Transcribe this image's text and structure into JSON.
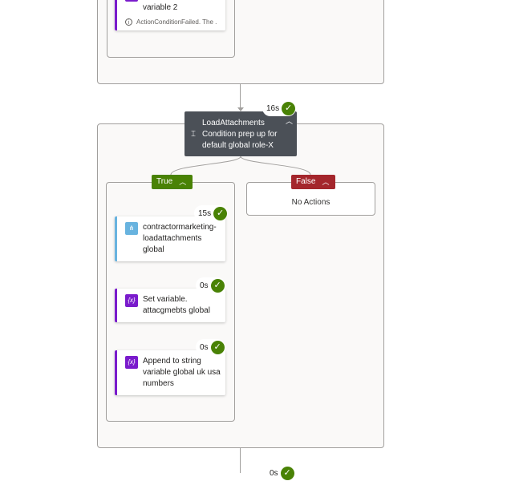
{
  "top_card": {
    "title_partial": "variable 2",
    "error_text": "ActionConditionFailed. The ."
  },
  "condition": {
    "title": "LoadAttachments",
    "subtitle_line1": "Condition prep up for",
    "subtitle_line2": "default global role-X",
    "duration": "16s"
  },
  "branches": {
    "true_label": "True",
    "false_label": "False",
    "false_empty": "No Actions"
  },
  "actions": [
    {
      "line1": "contractormarketing-",
      "line2": "loadattachments",
      "line3": "global",
      "duration": "15s"
    },
    {
      "line1": "Set variable.",
      "line2": "attacgmebts global",
      "duration": "0s"
    },
    {
      "line1": "Append to string",
      "line2": "variable global uk usa",
      "line3": "numbers",
      "duration": "0s"
    }
  ],
  "bottom": {
    "duration": "0s"
  },
  "icons": {
    "variable": "variable-icon",
    "workflow": "workflow-icon",
    "condition": "condition-icon",
    "success": "check-circle-icon",
    "info": "info-icon"
  },
  "colors": {
    "success": "#498205",
    "true": "#498205",
    "false": "#a4262c",
    "variable": "#7a1bcc",
    "workflow": "#68b3df",
    "condition": "#4b5057"
  }
}
